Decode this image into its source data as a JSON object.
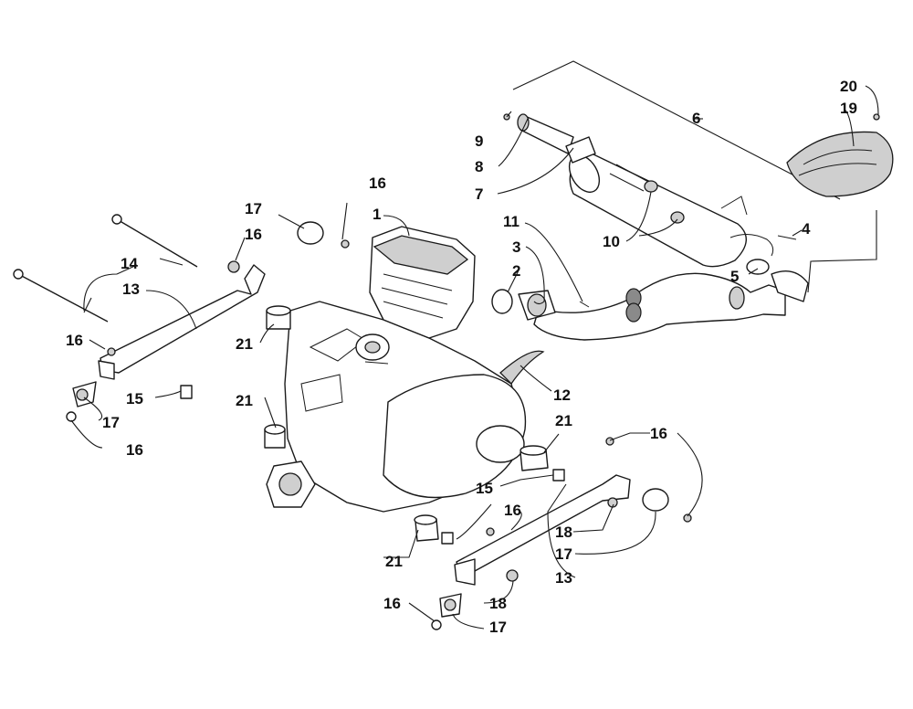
{
  "callouts": {
    "c1": "1",
    "c2": "2",
    "c3": "3",
    "c4": "4",
    "c5": "5",
    "c6": "6",
    "c7": "7",
    "c8": "8",
    "c9": "9",
    "c10": "10",
    "c11": "11",
    "c12": "12",
    "c13a": "13",
    "c13b": "13",
    "c14": "14",
    "c15a": "15",
    "c15b": "15",
    "c16a": "16",
    "c16b": "16",
    "c16c": "16",
    "c16d": "16",
    "c16e": "16",
    "c16f": "16",
    "c16g": "16",
    "c17a": "17",
    "c17b": "17",
    "c17c": "17",
    "c17d": "17",
    "c18a": "18",
    "c18b": "18",
    "c19": "19",
    "c20": "20",
    "c21a": "21",
    "c21b": "21",
    "c21c": "21",
    "c21d": "21"
  }
}
